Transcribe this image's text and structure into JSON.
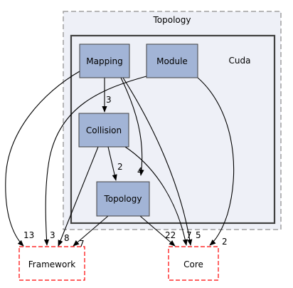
{
  "diagram": {
    "outer_cluster": {
      "label": "Topology"
    },
    "inner_cluster": {
      "label": "Cuda"
    },
    "nodes": {
      "mapping": {
        "label": "Mapping"
      },
      "module": {
        "label": "Module"
      },
      "collision": {
        "label": "Collision"
      },
      "topology": {
        "label": "Topology"
      },
      "framework": {
        "label": "Framework"
      },
      "core": {
        "label": "Core"
      }
    },
    "edges": [
      {
        "id": "mapping-collision",
        "from": "Mapping",
        "to": "Collision",
        "label": "3"
      },
      {
        "id": "mapping-topology",
        "from": "Mapping",
        "to": "Topology",
        "label": "4"
      },
      {
        "id": "mapping-framework",
        "from": "Mapping",
        "to": "Framework",
        "label": "13"
      },
      {
        "id": "mapping-core",
        "from": "Mapping",
        "to": "Core",
        "label": "7"
      },
      {
        "id": "module-framework",
        "from": "Module",
        "to": "Framework",
        "label": "3"
      },
      {
        "id": "module-core",
        "from": "Module",
        "to": "Core",
        "label": "2"
      },
      {
        "id": "collision-topology",
        "from": "Collision",
        "to": "Topology",
        "label": "2"
      },
      {
        "id": "collision-framework",
        "from": "Collision",
        "to": "Framework",
        "label": "8"
      },
      {
        "id": "collision-core",
        "from": "Collision",
        "to": "Core",
        "label": "5"
      },
      {
        "id": "topology-framework",
        "from": "Topology",
        "to": "Framework",
        "label": "7"
      },
      {
        "id": "topology-core",
        "from": "Topology",
        "to": "Core",
        "label": "22"
      }
    ],
    "colors": {
      "outer_fill": "#eef0f7",
      "outer_border": "#a0a0a0",
      "inner_fill": "#eef0f7",
      "inner_border": "#404040",
      "node_fill": "#a2b4d6",
      "node_border": "#404040",
      "external_border": "#ff0000",
      "edge": "#000000"
    }
  }
}
